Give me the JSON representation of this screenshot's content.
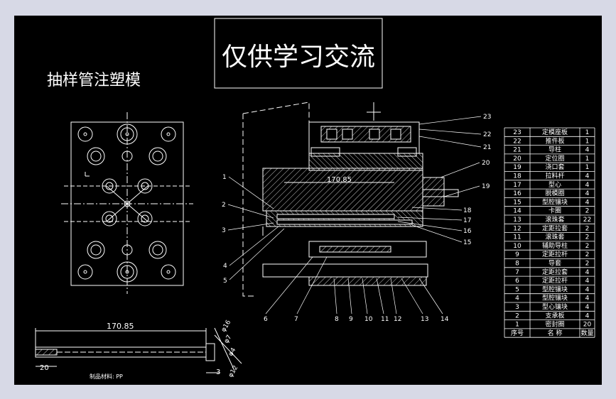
{
  "stamp": "仅供学习交流",
  "title": "抽样管注塑模",
  "part": {
    "length_dim": "170.85",
    "dim_20": "20",
    "dim_3": "3",
    "diameters": [
      "φ16",
      "φ7",
      "φ4",
      "φ12"
    ],
    "material_label": "制品材料: PP"
  },
  "section": {
    "length_dim": "170.85",
    "callouts": [
      "1",
      "2",
      "3",
      "4",
      "5",
      "6",
      "7",
      "8",
      "9",
      "10",
      "11",
      "12",
      "13",
      "14",
      "15",
      "16",
      "17",
      "18",
      "19",
      "20",
      "21",
      "22",
      "23"
    ]
  },
  "bom": {
    "headers": {
      "no": "序号",
      "name": "名 称",
      "qty": "数量"
    },
    "rows": [
      {
        "no": "23",
        "name": "定模座板",
        "qty": "1"
      },
      {
        "no": "22",
        "name": "推件板",
        "qty": "1"
      },
      {
        "no": "21",
        "name": "导柱",
        "qty": "4"
      },
      {
        "no": "20",
        "name": "定位圈",
        "qty": "1"
      },
      {
        "no": "19",
        "name": "浇口套",
        "qty": "1"
      },
      {
        "no": "18",
        "name": "拉料杆",
        "qty": "4"
      },
      {
        "no": "17",
        "name": "型心",
        "qty": "4"
      },
      {
        "no": "16",
        "name": "脱模圈",
        "qty": "4"
      },
      {
        "no": "15",
        "name": "型腔镶块",
        "qty": "4"
      },
      {
        "no": "14",
        "name": "卡圈",
        "qty": "2"
      },
      {
        "no": "13",
        "name": "滚珠套",
        "qty": "22"
      },
      {
        "no": "12",
        "name": "定距拉套",
        "qty": "2"
      },
      {
        "no": "11",
        "name": "滚珠套",
        "qty": "2"
      },
      {
        "no": "10",
        "name": "辅助导柱",
        "qty": "2"
      },
      {
        "no": "9",
        "name": "定距拉杆",
        "qty": "2"
      },
      {
        "no": "8",
        "name": "导套",
        "qty": "2"
      },
      {
        "no": "7",
        "name": "定距拉套",
        "qty": "4"
      },
      {
        "no": "6",
        "name": "定距拉杆",
        "qty": "4"
      },
      {
        "no": "5",
        "name": "型腔镶块",
        "qty": "4"
      },
      {
        "no": "4",
        "name": "型腔镶块",
        "qty": "4"
      },
      {
        "no": "3",
        "name": "型心镶块",
        "qty": "4"
      },
      {
        "no": "2",
        "name": "支承板",
        "qty": "4"
      },
      {
        "no": "1",
        "name": "密封圈",
        "qty": "20"
      }
    ]
  }
}
